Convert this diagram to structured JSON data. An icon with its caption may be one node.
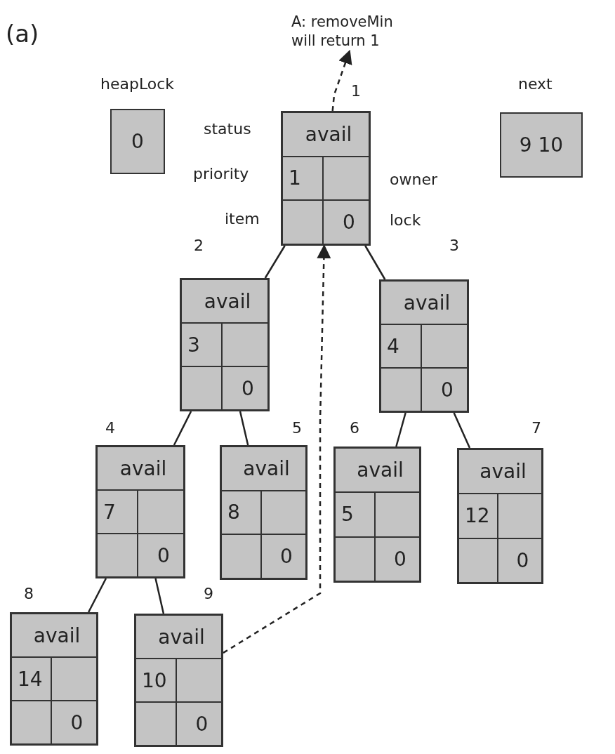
{
  "diagram": {
    "nodes": [
      {
        "text": [
          "A: removeMin will return 1"
        ]
      },
      {
        "text": [
          "heapLock",
          "0"
        ]
      },
      {
        "text": [
          "avail",
          "1",
          "0"
        ],
        "beside": [
          "1"
        ]
      },
      {
        "text": [
          "next",
          "9 10"
        ]
      },
      {
        "text": [
          "avail",
          "3",
          "0"
        ],
        "beside": [
          "2"
        ]
      },
      {
        "text": [
          "avail",
          "4",
          "0"
        ],
        "beside": [
          "3"
        ]
      },
      {
        "text": [
          "avail",
          "7",
          "0"
        ],
        "beside": [
          "4"
        ]
      },
      {
        "text": [
          "avail",
          "8",
          "0"
        ],
        "beside": [
          "5"
        ]
      },
      {
        "text": [
          "avail",
          "5",
          "0"
        ],
        "beside": [
          "6"
        ]
      },
      {
        "text": [
          "avail",
          "12",
          "0"
        ],
        "beside": [
          "7"
        ]
      },
      {
        "text": [
          "avail",
          "14",
          "0"
        ],
        "beside": [
          "8"
        ]
      },
      {
        "text": [
          "avail",
          "10",
          "0"
        ],
        "beside": [
          "9"
        ]
      }
    ],
    "edges": [
      {
        "from": 2,
        "to": 4,
        "arrow": "none"
      },
      {
        "from": 2,
        "to": 5,
        "arrow": "none"
      },
      {
        "from": 4,
        "to": 6,
        "arrow": "none"
      },
      {
        "from": 4,
        "to": 7,
        "arrow": "none"
      },
      {
        "from": 5,
        "to": 8,
        "arrow": "none"
      },
      {
        "from": 5,
        "to": 9,
        "arrow": "none"
      },
      {
        "from": 6,
        "to": 10,
        "arrow": "none"
      },
      {
        "from": 6,
        "to": 11,
        "arrow": "none"
      },
      {
        "from": 11,
        "to": 2,
        "arrow": "to",
        "style": "dashed"
      },
      {
        "from": 2,
        "to": 0,
        "arrow": "to",
        "style": "dashed"
      }
    ],
    "labels": [
      "(a)",
      "status",
      "priority",
      "owner",
      "item",
      "lock"
    ]
  }
}
